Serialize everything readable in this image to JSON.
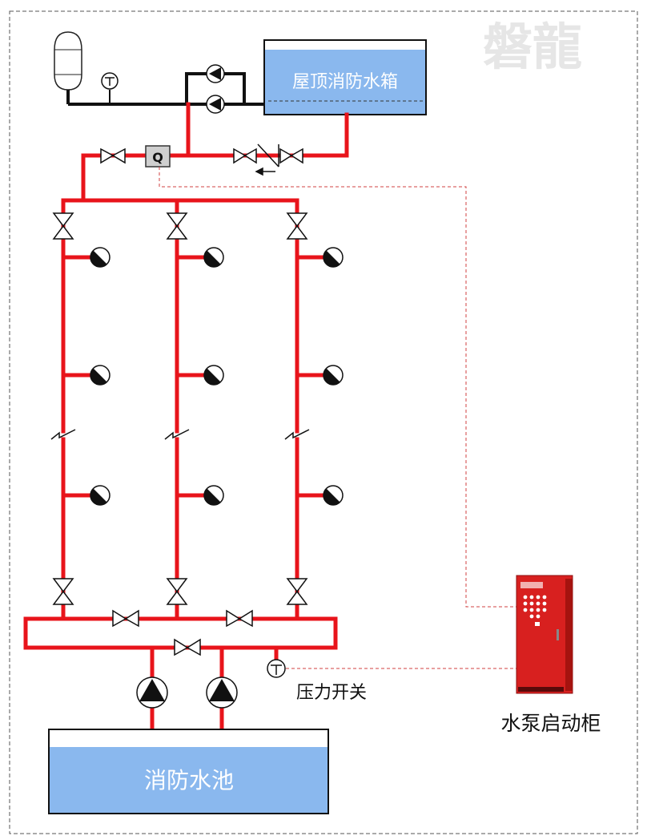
{
  "labels": {
    "roof_tank": "屋顶消防水箱",
    "fire_pool": "消防水池",
    "pressure_switch": "压力开关",
    "pump_cabinet": "水泵启动柜",
    "flow_switch": "Q",
    "watermark": "磐龍"
  },
  "colors": {
    "pipe": "#e8141b",
    "water": "#8ab8ee",
    "black_pipe": "#111111",
    "cabinet": "#d8201f",
    "watermark": "#e6e6e6"
  },
  "risers": {
    "count": 3,
    "hydrants_per_riser": 3
  }
}
